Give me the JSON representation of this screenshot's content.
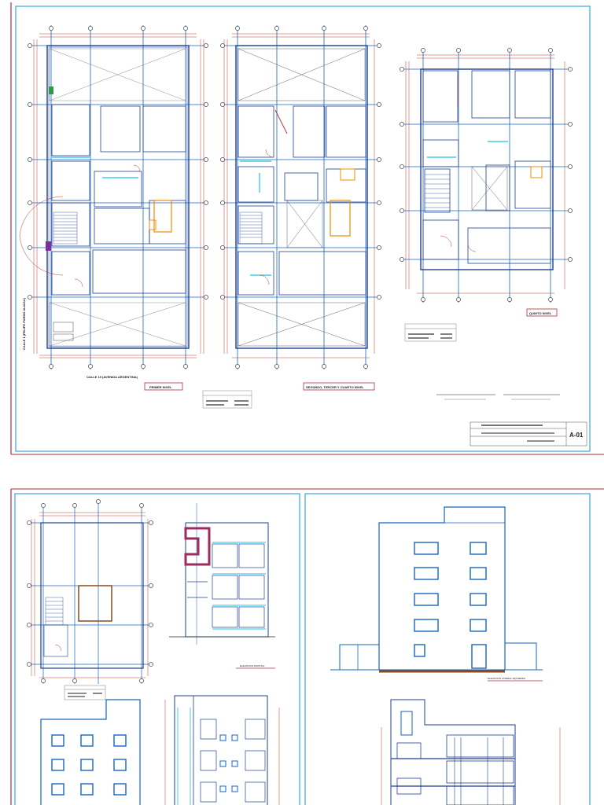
{
  "sheet_top": {
    "street_side_label": "CALLE 1 (FELIPE PARDO ALIAGA)",
    "street_bottom_label": "CALLE 19 (AVENIDA ARGENTINA)",
    "plan_titles": {
      "first": "PRIMER NIVEL",
      "typical": "SEGUNDO, TERCER Y CUARTO NIVEL",
      "roof": "QUINTO NIVEL"
    },
    "sheet_code": "A-01"
  },
  "sheet_bottom": {
    "elevation_left_label": "ELEVACION FRONTAL",
    "elevation_right_label": "ELEVACION LATERAL IZQUIERDA"
  },
  "colors": {
    "frame": "#3aa6dd",
    "sheet_border": "#b32d3a",
    "wall": "#1e3f93",
    "grid_blue": "#1565c0",
    "grid_red": "#d0312d",
    "cyan": "#1fc4df",
    "orange": "#f08c00",
    "brown": "#8a4a1c",
    "magenta": "#9c2d5a"
  },
  "icons": [
    "axis-bubble-icon",
    "north-arrow-icon"
  ]
}
